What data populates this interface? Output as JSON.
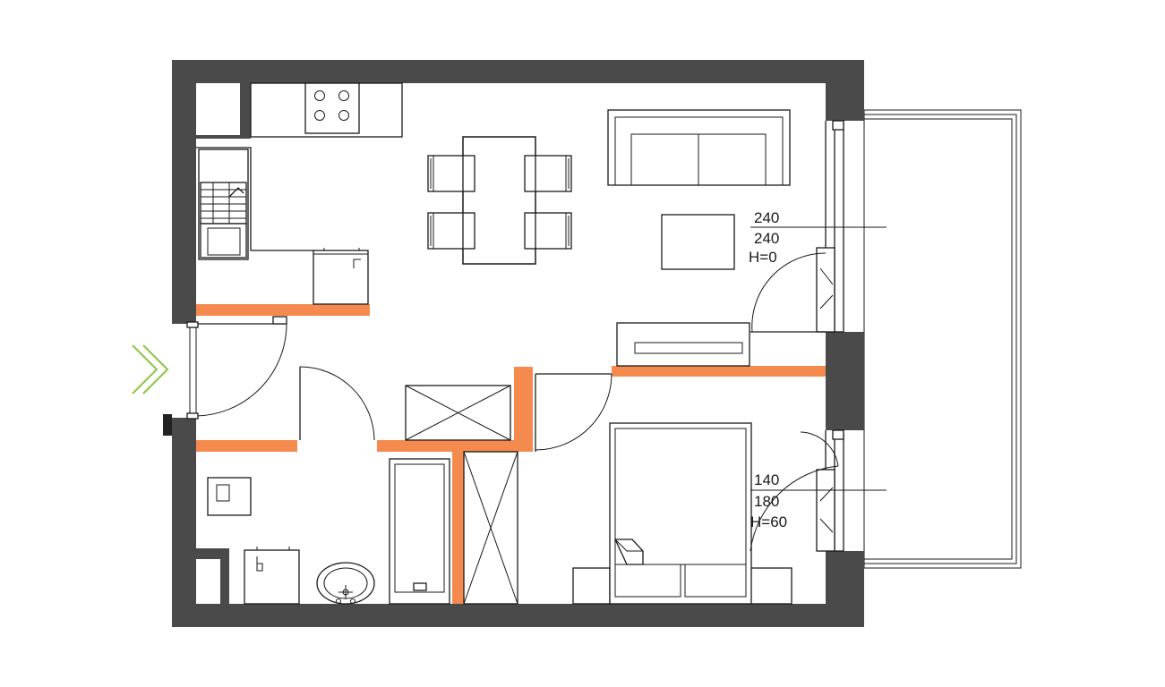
{
  "windows": [
    {
      "id": "living-window",
      "width": "240",
      "height": "240",
      "sill": "H=0"
    },
    {
      "id": "bedroom-window",
      "width": "140",
      "height": "180",
      "sill": "H=60"
    }
  ],
  "colors": {
    "wall": "#4a4a4a",
    "partition": "#f58a4f",
    "entrance": "#8dc63f",
    "line": "#1a1a1a"
  },
  "icons": {
    "entrance": "double-chevron-right-icon"
  }
}
